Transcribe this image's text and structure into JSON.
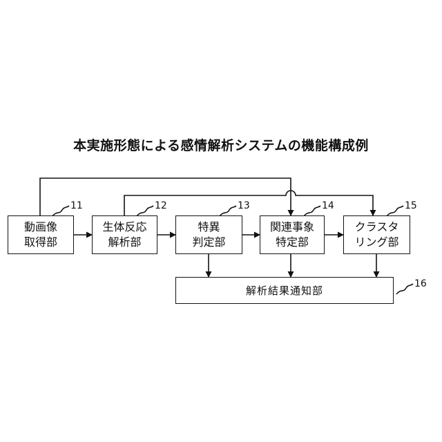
{
  "title": "本実施形態による感情解析システムの機能構成例",
  "blocks": [
    {
      "id": "b11",
      "ref": "11",
      "lines": [
        "動画像",
        "取得部"
      ]
    },
    {
      "id": "b12",
      "ref": "12",
      "lines": [
        "生体反応",
        "解析部"
      ]
    },
    {
      "id": "b13",
      "ref": "13",
      "lines": [
        "特異",
        "判定部"
      ]
    },
    {
      "id": "b14",
      "ref": "14",
      "lines": [
        "関連事象",
        "特定部"
      ]
    },
    {
      "id": "b15",
      "ref": "15",
      "lines": [
        "クラスタ",
        "リング部"
      ]
    },
    {
      "id": "b16",
      "ref": "16",
      "lines": [
        "解析結果通知部"
      ]
    }
  ]
}
